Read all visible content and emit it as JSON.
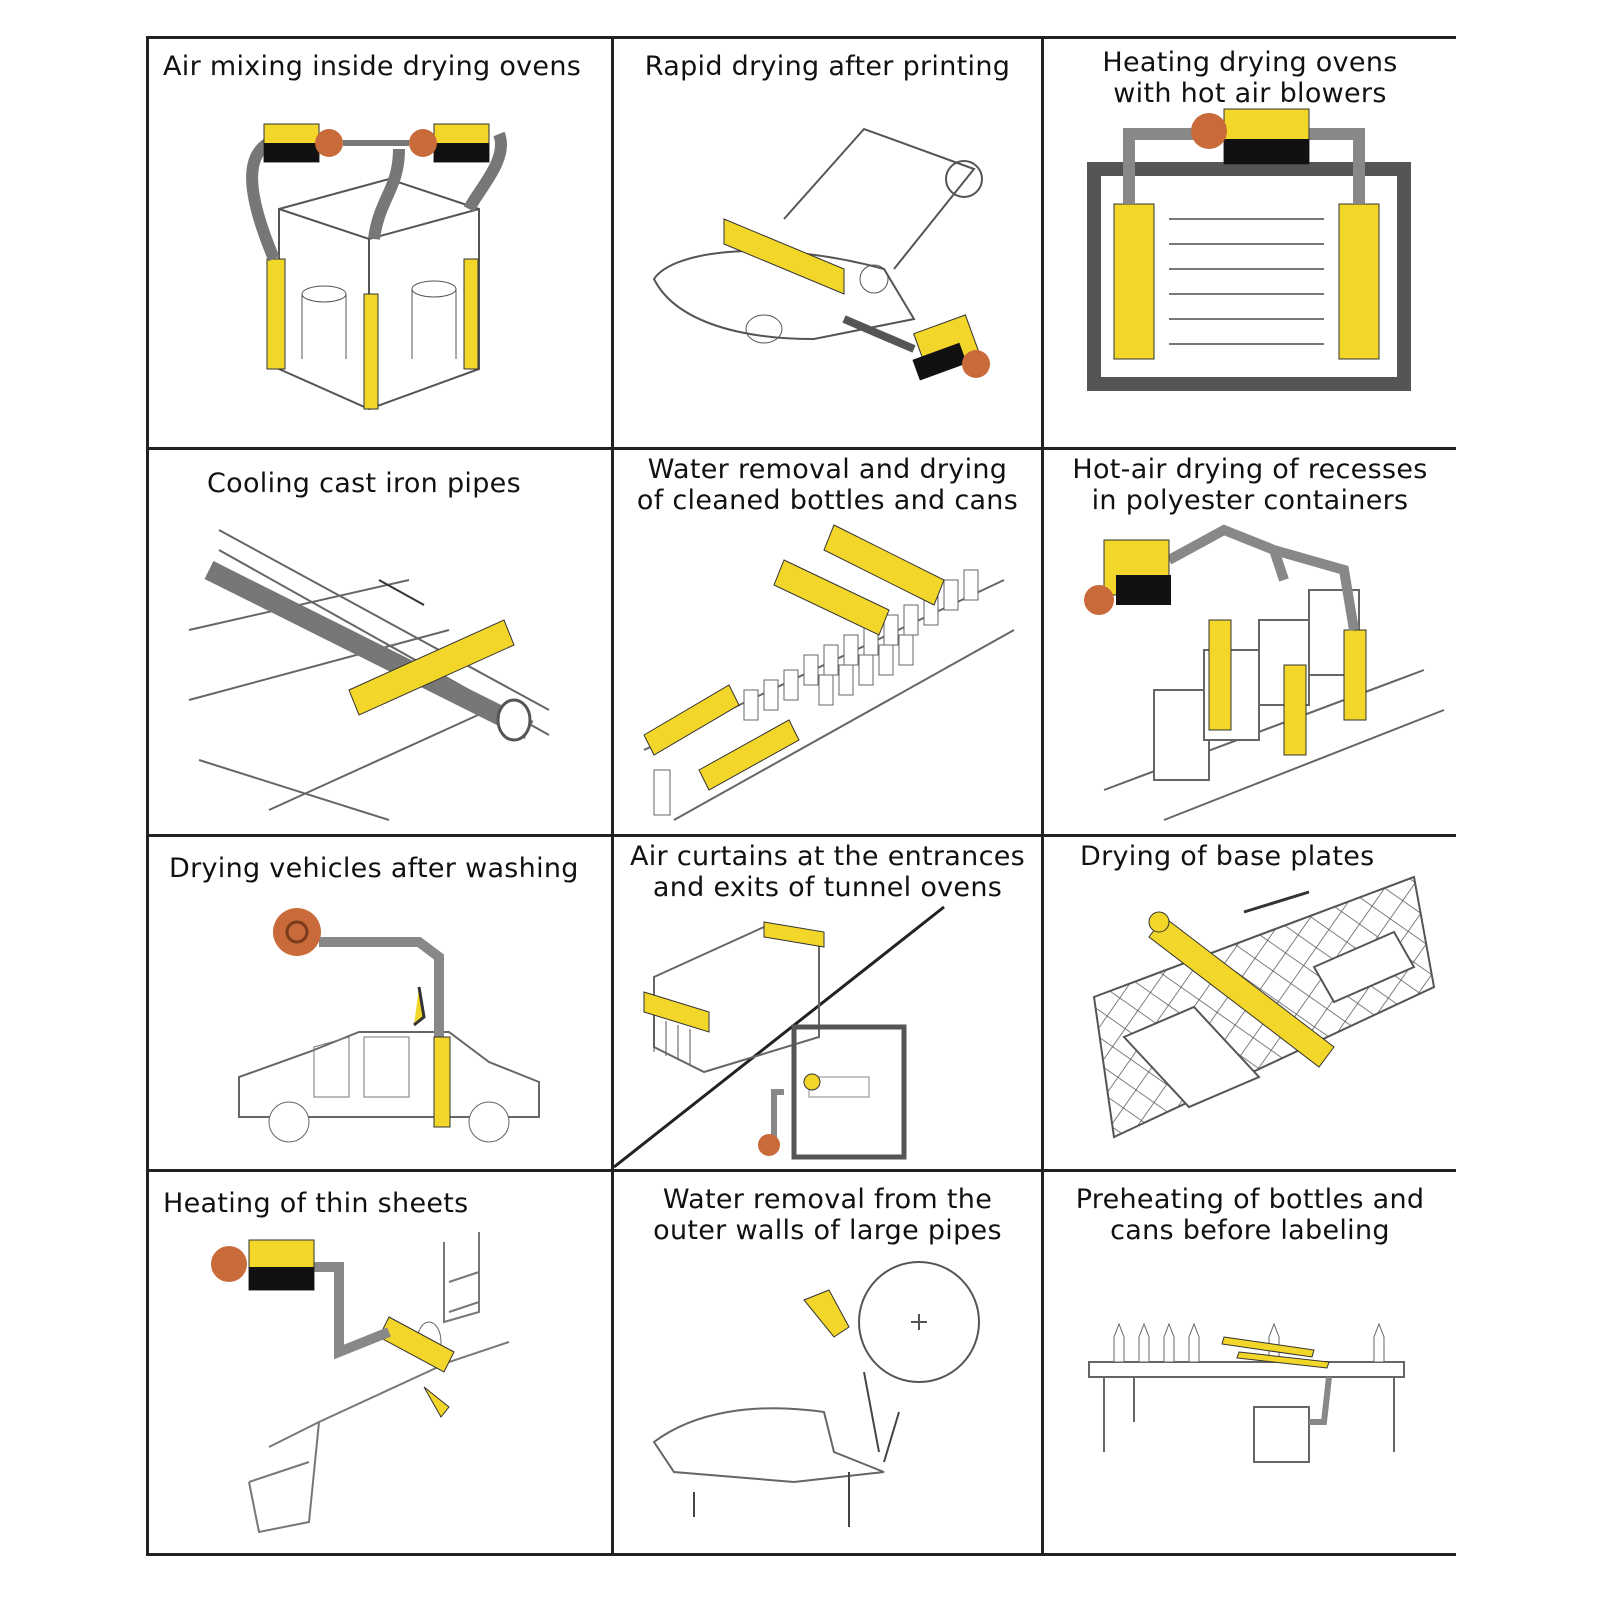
{
  "colors": {
    "border": "#222222",
    "accent_yellow": "#F2D629",
    "blower_orange": "#C86A3A",
    "blower_black": "#111111",
    "line": "#555555"
  },
  "panels": [
    {
      "caption": "Air mixing inside drying ovens"
    },
    {
      "caption": "Rapid drying after printing"
    },
    {
      "caption": "Heating drying ovens\nwith hot air blowers"
    },
    {
      "caption": "Cooling cast iron pipes"
    },
    {
      "caption": "Water removal and drying\nof cleaned bottles and cans"
    },
    {
      "caption": "Hot-air drying of recesses\nin polyester containers"
    },
    {
      "caption": "Drying vehicles after washing"
    },
    {
      "caption": "Air curtains at the entrances\nand exits of tunnel ovens"
    },
    {
      "caption": "Drying of base plates"
    },
    {
      "caption": "Heating of thin sheets"
    },
    {
      "caption": "Water removal from the\nouter walls of large pipes"
    },
    {
      "caption": "Preheating of bottles and\ncans before labeling"
    }
  ]
}
